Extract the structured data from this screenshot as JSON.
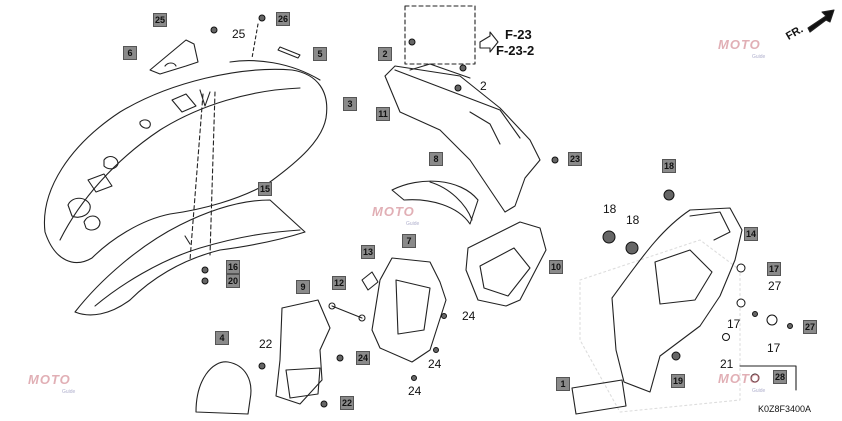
{
  "callouts": [
    {
      "label": "25",
      "type": "box"
    },
    {
      "label": "25",
      "type": "plain"
    },
    {
      "label": "26",
      "type": "box"
    },
    {
      "label": "6",
      "type": "box"
    },
    {
      "label": "5",
      "type": "box"
    },
    {
      "label": "3",
      "type": "box"
    },
    {
      "label": "2",
      "type": "box"
    },
    {
      "label": "2",
      "type": "plain"
    },
    {
      "label": "11",
      "type": "box"
    },
    {
      "label": "23",
      "type": "box"
    },
    {
      "label": "8",
      "type": "box"
    },
    {
      "label": "15",
      "type": "box"
    },
    {
      "label": "16",
      "type": "box"
    },
    {
      "label": "20",
      "type": "box"
    },
    {
      "label": "13",
      "type": "box"
    },
    {
      "label": "7",
      "type": "box"
    },
    {
      "label": "12",
      "type": "box"
    },
    {
      "label": "10",
      "type": "box"
    },
    {
      "label": "9",
      "type": "box"
    },
    {
      "label": "4",
      "type": "box"
    },
    {
      "label": "22",
      "type": "plain"
    },
    {
      "label": "24",
      "type": "box"
    },
    {
      "label": "22",
      "type": "box"
    },
    {
      "label": "24",
      "type": "plain"
    },
    {
      "label": "24",
      "type": "plain"
    },
    {
      "label": "24",
      "type": "plain"
    },
    {
      "label": "18",
      "type": "box"
    },
    {
      "label": "18",
      "type": "plain"
    },
    {
      "label": "18",
      "type": "plain"
    },
    {
      "label": "14",
      "type": "box"
    },
    {
      "label": "17",
      "type": "box"
    },
    {
      "label": "27",
      "type": "plain"
    },
    {
      "label": "17",
      "type": "plain"
    },
    {
      "label": "27",
      "type": "box"
    },
    {
      "label": "17",
      "type": "plain"
    },
    {
      "label": "21",
      "type": "plain"
    },
    {
      "label": "1",
      "type": "box"
    },
    {
      "label": "19",
      "type": "box"
    },
    {
      "label": "28",
      "type": "box"
    }
  ],
  "references": [
    "F-23",
    "F-23-2"
  ],
  "direction_label": "FR.",
  "diagram_code": "K0Z8F3400A",
  "watermark": {
    "text": "MOTO",
    "subtext": "Guide"
  }
}
